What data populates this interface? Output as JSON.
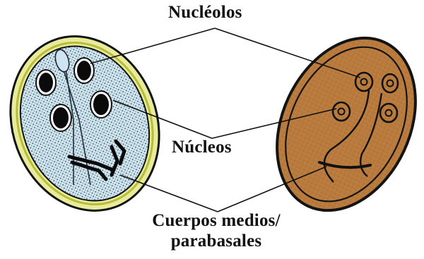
{
  "labels": {
    "nucleolos": "Nucléolos",
    "nucleos": "Núcleos",
    "cuerpos_line1": "Cuerpos medios/",
    "cuerpos_line2": "parabasales"
  },
  "colors": {
    "trophozoite_rim": "#d8d870",
    "trophozoite_fill": "#d2e6ee",
    "trophozoite_dots": "#33506a",
    "cyst_fill": "#b97a3d",
    "cyst_outline": "#141414",
    "leader_line": "#111111"
  }
}
